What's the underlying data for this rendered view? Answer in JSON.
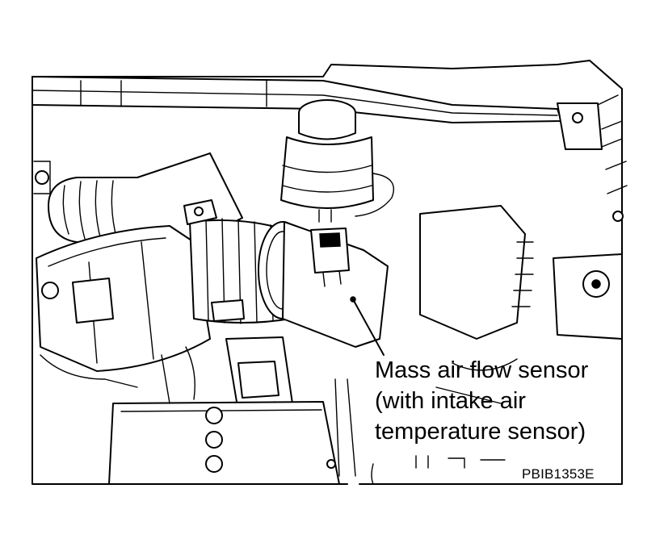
{
  "illustration": {
    "callout_lines": [
      "Mass air flow sensor",
      "(with intake air",
      "temperature sensor)"
    ],
    "figure_code": "PBIB1353E"
  }
}
